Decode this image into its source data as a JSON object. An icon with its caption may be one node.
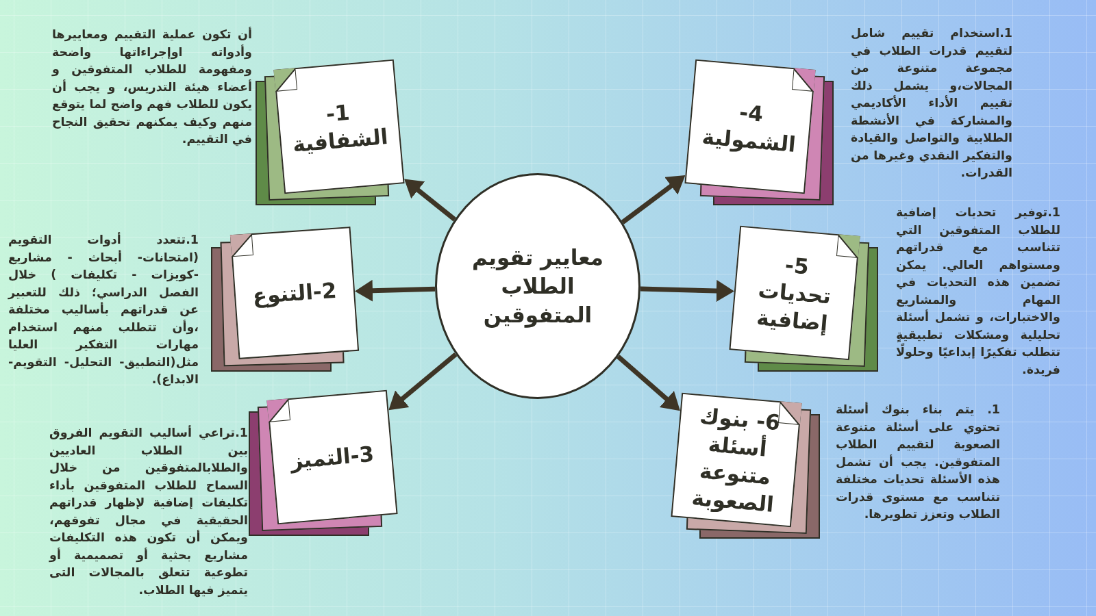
{
  "diagram": {
    "nodes": [
      {
        "text": [
          "معايير تقويم الطلاب المتفوقين"
        ]
      },
      {
        "text": [
          "1-الشفافية"
        ],
        "beside": [
          "أن تكون عملية التقييم ومعاييرها وأدواته اوإجراءاتها واضحة ومفهومة للطلاب المتفوقين و أعضاء هيئة التدريس، و يجب أن يكون للطلاب فهم واضح لما يتوقع منهم وكيف يمكنهم تحقيق النجاح في التقييم."
        ]
      },
      {
        "text": [
          "2-التنوع"
        ],
        "beside": [
          "1.تتعدد أدوات التقويم (امتحانات- أبحاث - مشاريع -كويزات - تكليفات ) خلال الفصل الدراسي؛ ذلك للتعبير عن قدراتهم بأساليب مختلفة ،وأن تتطلب منهم استخدام مهارات التفكير العليا مثل(التطبيق- التحليل- التقويم- الابداع)."
        ]
      },
      {
        "text": [
          "3-التميز"
        ],
        "beside": [
          "1.تراعي أساليب التقويم الفروق بين الطلاب العاديين والطلابالمتفوقين من خلال السماح للطلاب المتفوقين بأداء تكليفات إضافية لإظهار قدراتهم الحقيقية في مجال تفوقهم، ويمكن أن تكون هذه التكليفات مشاريع بحثية أو تصميمية أو تطوعية تتعلق بالمجالات التى يتميز فيها الطلاب."
        ]
      },
      {
        "text": [
          "4-الشمولية"
        ],
        "beside": [
          "1.استخدام تقييم شامل لتقييم قدرات الطلاب في مجموعة متنوعة من المجالات،و يشمل ذلك تقييم الأداء الأكاديمي والمشاركة في الأنشطة الطلابية والتواصل والقيادة والتفكير النقدي وغيرها من القدرات."
        ]
      },
      {
        "text": [
          "5- تحديات إضافية"
        ],
        "beside": [
          "1.توفير تحديات إضافية للطلاب المتفوقين التي تتناسب مع قدراتهم ومستواهم العالي. يمكن تضمين هذه التحديات في المهام والمشاريع والاختبارات، و تشمل أسئلة تحليلية ومشكلات تطبيقيةٍ تتطلب تفكيرًا إبداعيًا وحلولًا فريدة."
        ]
      },
      {
        "text": [
          "6- بنوك أسئلة متنوعة الصعوبة"
        ],
        "beside": [
          "1. يتم بناء بنوك أسئلة تحتوي على أسئلة متنوعة الصعوبة لتقييم الطلاب المتفوقين. يجب أن تشمل هذه الأسئلة تحديات مختلفة تتناسب مع مستوى قدرات الطلاب وتعزز تطويرها."
        ]
      }
    ],
    "edges": [
      {
        "from": 0,
        "to": 1,
        "arrow": "to"
      },
      {
        "from": 0,
        "to": 2,
        "arrow": "to"
      },
      {
        "from": 0,
        "to": 3,
        "arrow": "to"
      },
      {
        "from": 0,
        "to": 4,
        "arrow": "to"
      },
      {
        "from": 0,
        "to": 5,
        "arrow": "to"
      },
      {
        "from": 0,
        "to": 6,
        "arrow": "to"
      }
    ]
  }
}
